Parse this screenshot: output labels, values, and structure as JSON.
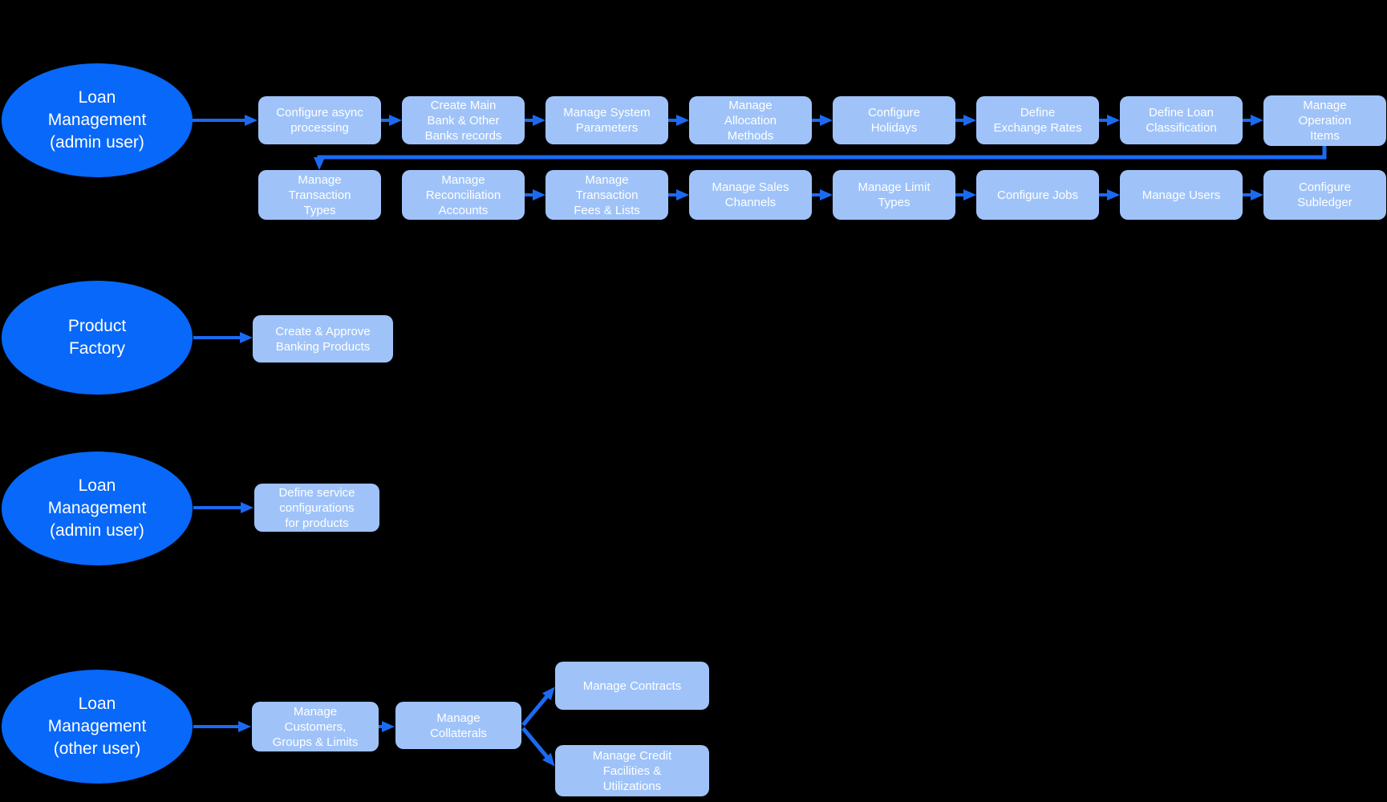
{
  "colors": {
    "background": "#000000",
    "actor_fill": "#0768fa",
    "task_fill": "#9fc3f9",
    "text": "#ffffff",
    "connector": "#1b6af2"
  },
  "flows": [
    {
      "actor": "Loan\nManagement\n(admin user)",
      "steps_row1": [
        "Configure async\nprocessing",
        "Create Main\nBank &  Other\nBanks records",
        "Manage System\nParameters",
        "Manage\nAllocation\nMethods",
        "Configure\nHolidays",
        "Define\nExchange Rates",
        "Define Loan\nClassification",
        "Manage\nOperation\nItems"
      ],
      "steps_row2": [
        "Manage\nTransaction\nTypes",
        "Manage\nReconciliation\nAccounts",
        "Manage\nTransaction\nFees & Lists",
        "Manage Sales\nChannels",
        "Manage Limit\nTypes",
        "Configure Jobs",
        "Manage Users",
        "Configure\nSubledger"
      ]
    },
    {
      "actor": "Product\nFactory",
      "steps": [
        "Create & Approve\nBanking Products"
      ]
    },
    {
      "actor": "Loan\nManagement\n(admin user)",
      "steps": [
        "Define service\nconfigurations\nfor products"
      ]
    },
    {
      "actor": "Loan\nManagement\n(other user)",
      "steps": [
        "Manage\nCustomers,\nGroups & Limits",
        "Manage\nCollaterals"
      ],
      "branches": [
        "Manage Contracts",
        "Manage Credit\nFacilities &\nUtilizations"
      ]
    }
  ]
}
